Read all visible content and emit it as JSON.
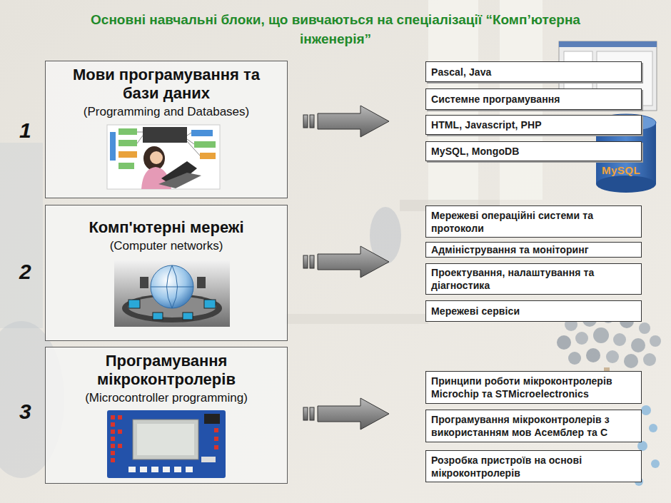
{
  "diagram": {
    "title": "Основні навчальні блоки, що вивчаються на спеціалізації “Комп’ютерна інженерія”",
    "nodes": [
      {
        "text": [
          "Мови програмування та бази даних",
          "(Programming and Databases)"
        ]
      },
      {
        "text": [
          "Комп'ютерні мережі",
          "(Computer networks)"
        ]
      },
      {
        "text": [
          "Програмування мікроконтролерів",
          "(Microcontroller programming)"
        ]
      },
      {
        "text": [
          "Pascal, Java"
        ]
      },
      {
        "text": [
          "Системне програмування"
        ]
      },
      {
        "text": [
          "HTML, Javascript, PHP"
        ]
      },
      {
        "text": [
          "MySQL, MongoDB"
        ]
      },
      {
        "text": [
          "Мережеві операційні системи та протоколи"
        ]
      },
      {
        "text": [
          "Адміністрування та моніторинг"
        ]
      },
      {
        "text": [
          "Проектування, налаштування та діагностика"
        ]
      },
      {
        "text": [
          "Мережеві сервіси"
        ]
      },
      {
        "text": [
          "Принципи роботи мікроконтролерів Microchip та STMicroelectronics"
        ]
      },
      {
        "text": [
          "Програмування мікроконтролерів з використанням мов Асемблер та С"
        ]
      },
      {
        "text": [
          "Розробка пристроїв на основі мікроконтролерів"
        ]
      }
    ],
    "labels": [
      "1",
      "2",
      "3",
      "MySQL"
    ]
  }
}
